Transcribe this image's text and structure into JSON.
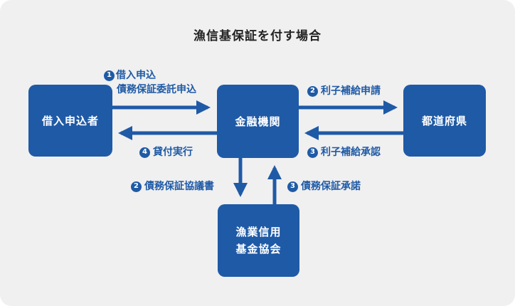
{
  "title": "漁信基保証を付す場合",
  "nodes": {
    "borrower": "借入申込者",
    "bank": "金融機関",
    "prefecture": "都道府県",
    "association": "漁業信用\n基金協会"
  },
  "edges": {
    "loan_application": {
      "number": "1",
      "lines": [
        "借入申込",
        "債務保証委託申込"
      ]
    },
    "loan_execution": {
      "number": "4",
      "text": "貸付実行"
    },
    "interest_application": {
      "number": "2",
      "text": "利子補給申請"
    },
    "interest_approval": {
      "number": "3",
      "text": "利子補給承認"
    },
    "guarantee_consultation": {
      "number": "2",
      "text": "債務保証協議書"
    },
    "guarantee_approval": {
      "number": "3",
      "text": "債務保証承諾"
    }
  },
  "colors": {
    "node": "#1f5aa6",
    "arrow": "#1f5aa6",
    "label": "#1f5aa6",
    "background": "#f0f0f0"
  }
}
